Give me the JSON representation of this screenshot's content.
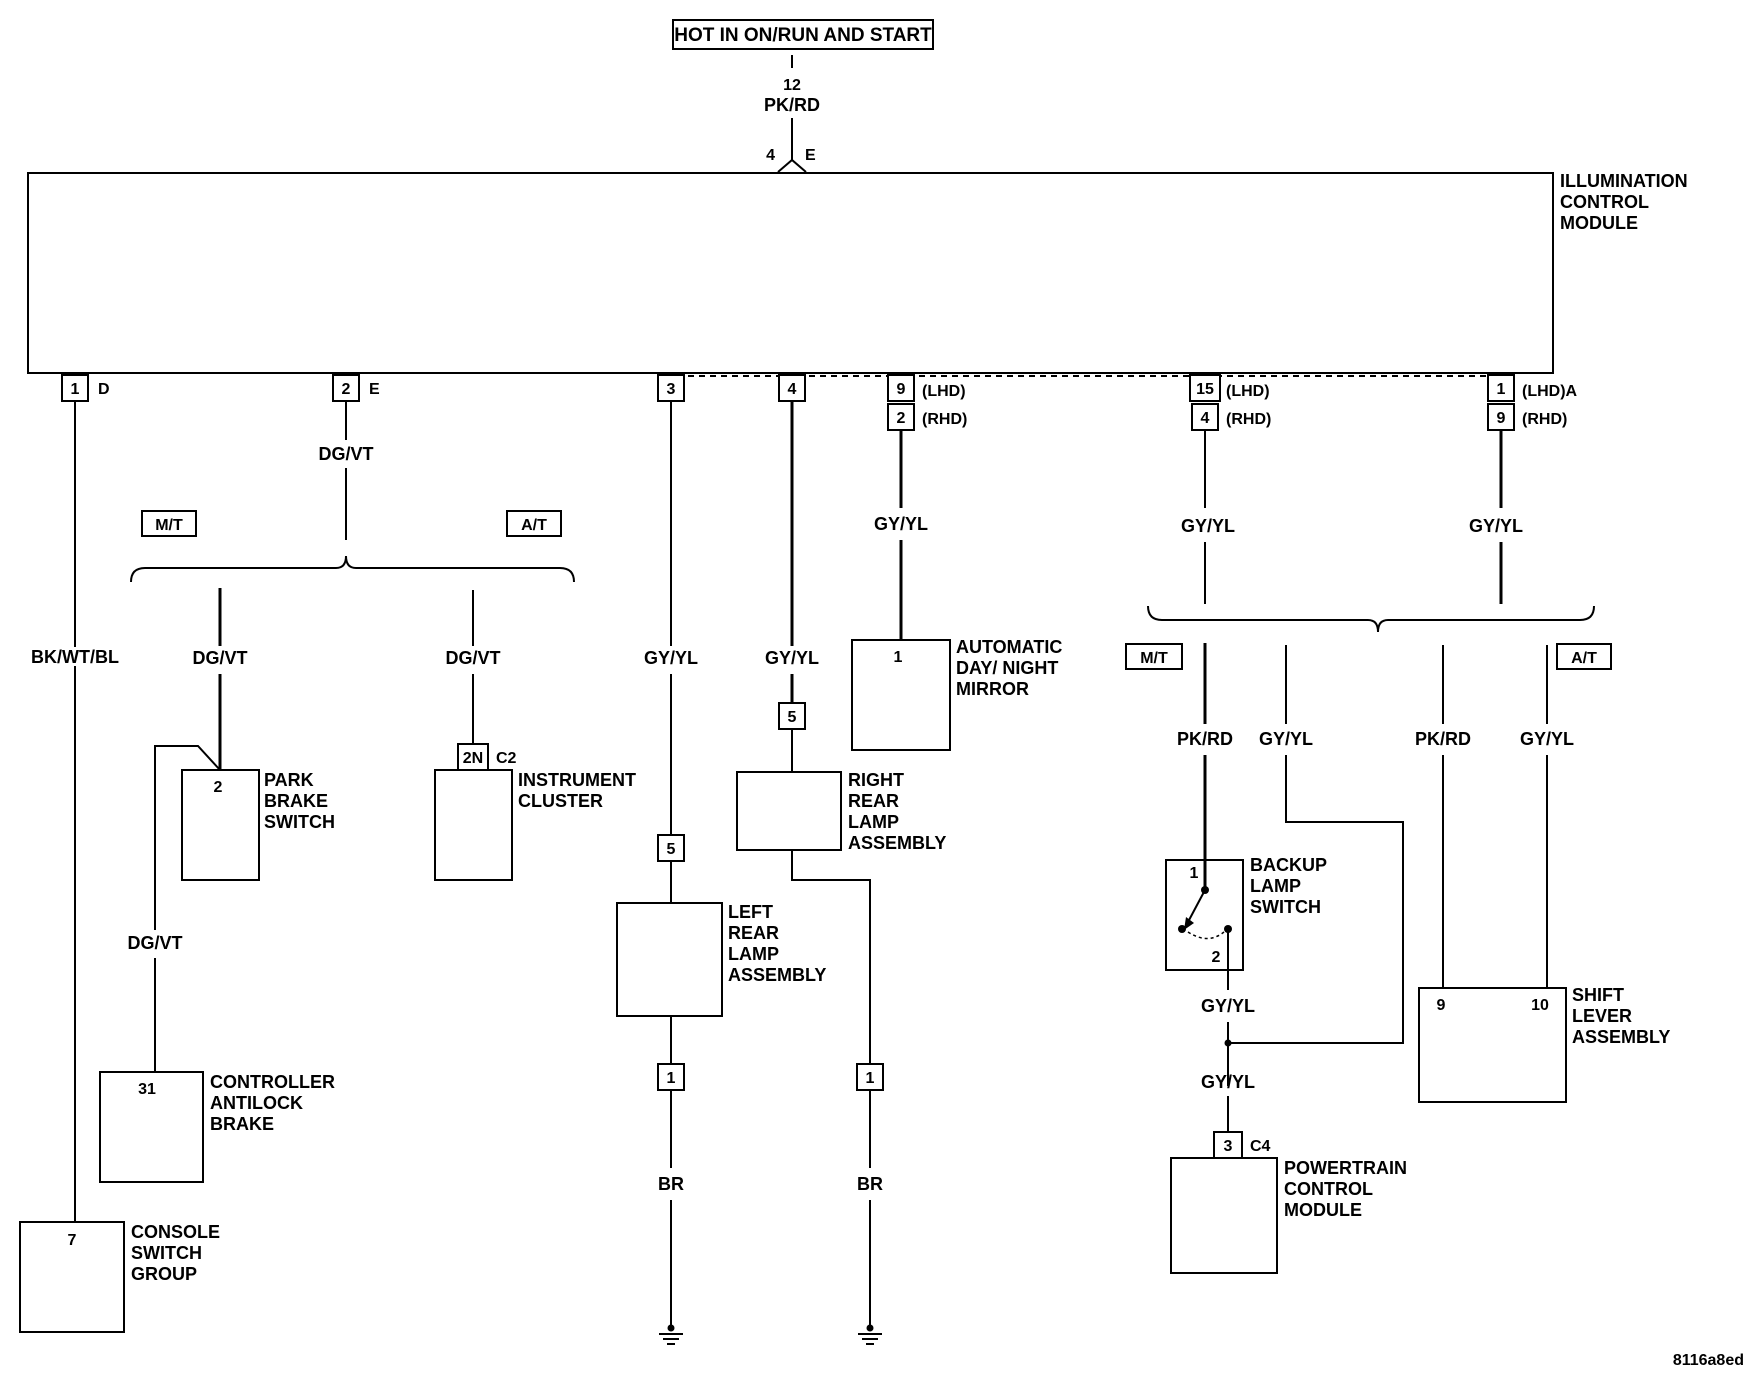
{
  "power": {
    "label": "HOT IN ON/RUN AND START",
    "pin": "12",
    "wire": "PK/RD",
    "conn_pin": "4",
    "conn_id": "E"
  },
  "module": {
    "name_l1": "ILLUMINATION",
    "name_l2": "CONTROL",
    "name_l3": "MODULE"
  },
  "pins": {
    "p1": "1",
    "p1_conn": "D",
    "p2": "2",
    "p2_conn": "E",
    "p3": "3",
    "p4": "4",
    "p9": "9",
    "p9_lhd": "(LHD)",
    "p9b": "2",
    "p9b_rhd": "(RHD)",
    "p15": "15",
    "p15_lhd": "(LHD)",
    "p15b": "4",
    "p15b_rhd": "(RHD)",
    "pA": "1",
    "pA_lhd": "(LHD)A",
    "pAb": "9",
    "pAb_rhd": "(RHD)"
  },
  "wires": {
    "bkwtbl": "BK/WT/BL",
    "dgvt_top": "DG/VT",
    "dgvt_mt": "DG/VT",
    "dgvt_at": "DG/VT",
    "dgvt_abs": "DG/VT",
    "gyyl_3": "GY/YL",
    "gyyl_4": "GY/YL",
    "gyyl_9": "GY/YL",
    "gyyl_15": "GY/YL",
    "gyyl_A": "GY/YL",
    "pkrd_mt": "PK/RD",
    "gyyl_mt": "GY/YL",
    "pkrd_at": "PK/RD",
    "gyyl_at": "GY/YL",
    "gyyl_bls": "GY/YL",
    "gyyl_pcm": "GY/YL",
    "br_left": "BR",
    "br_right": "BR"
  },
  "options": {
    "mt1": "M/T",
    "at1": "A/T",
    "mt2": "M/T",
    "at2": "A/T"
  },
  "components": {
    "console": {
      "pin": "7",
      "l1": "CONSOLE",
      "l2": "SWITCH",
      "l3": "GROUP"
    },
    "abs": {
      "pin": "31",
      "l1": "CONTROLLER",
      "l2": "ANTILOCK",
      "l3": "BRAKE"
    },
    "park": {
      "pin": "2",
      "l1": "PARK",
      "l2": "BRAKE",
      "l3": "SWITCH"
    },
    "cluster": {
      "pin": "2N",
      "conn": "C2",
      "l1": "INSTRUMENT",
      "l2": "CLUSTER"
    },
    "left_lamp": {
      "pin_top": "5",
      "pin_bot": "1",
      "l1": "LEFT",
      "l2": "REAR",
      "l3": "LAMP",
      "l4": "ASSEMBLY"
    },
    "right_lamp": {
      "pin_top": "5",
      "pin_bot": "1",
      "l1": "RIGHT",
      "l2": "REAR",
      "l3": "LAMP",
      "l4": "ASSEMBLY"
    },
    "mirror": {
      "pin": "1",
      "l1": "AUTOMATIC",
      "l2": "DAY/ NIGHT",
      "l3": "MIRROR"
    },
    "backup": {
      "pin1": "1",
      "pin2": "2",
      "l1": "BACKUP",
      "l2": "LAMP",
      "l3": "SWITCH"
    },
    "pcm": {
      "pin": "3",
      "conn": "C4",
      "l1": "POWERTRAIN",
      "l2": "CONTROL",
      "l3": "MODULE"
    },
    "shift": {
      "pin9": "9",
      "pin10": "10",
      "l1": "SHIFT",
      "l2": "LEVER",
      "l3": "ASSEMBLY"
    }
  },
  "code": "8116a8ed"
}
